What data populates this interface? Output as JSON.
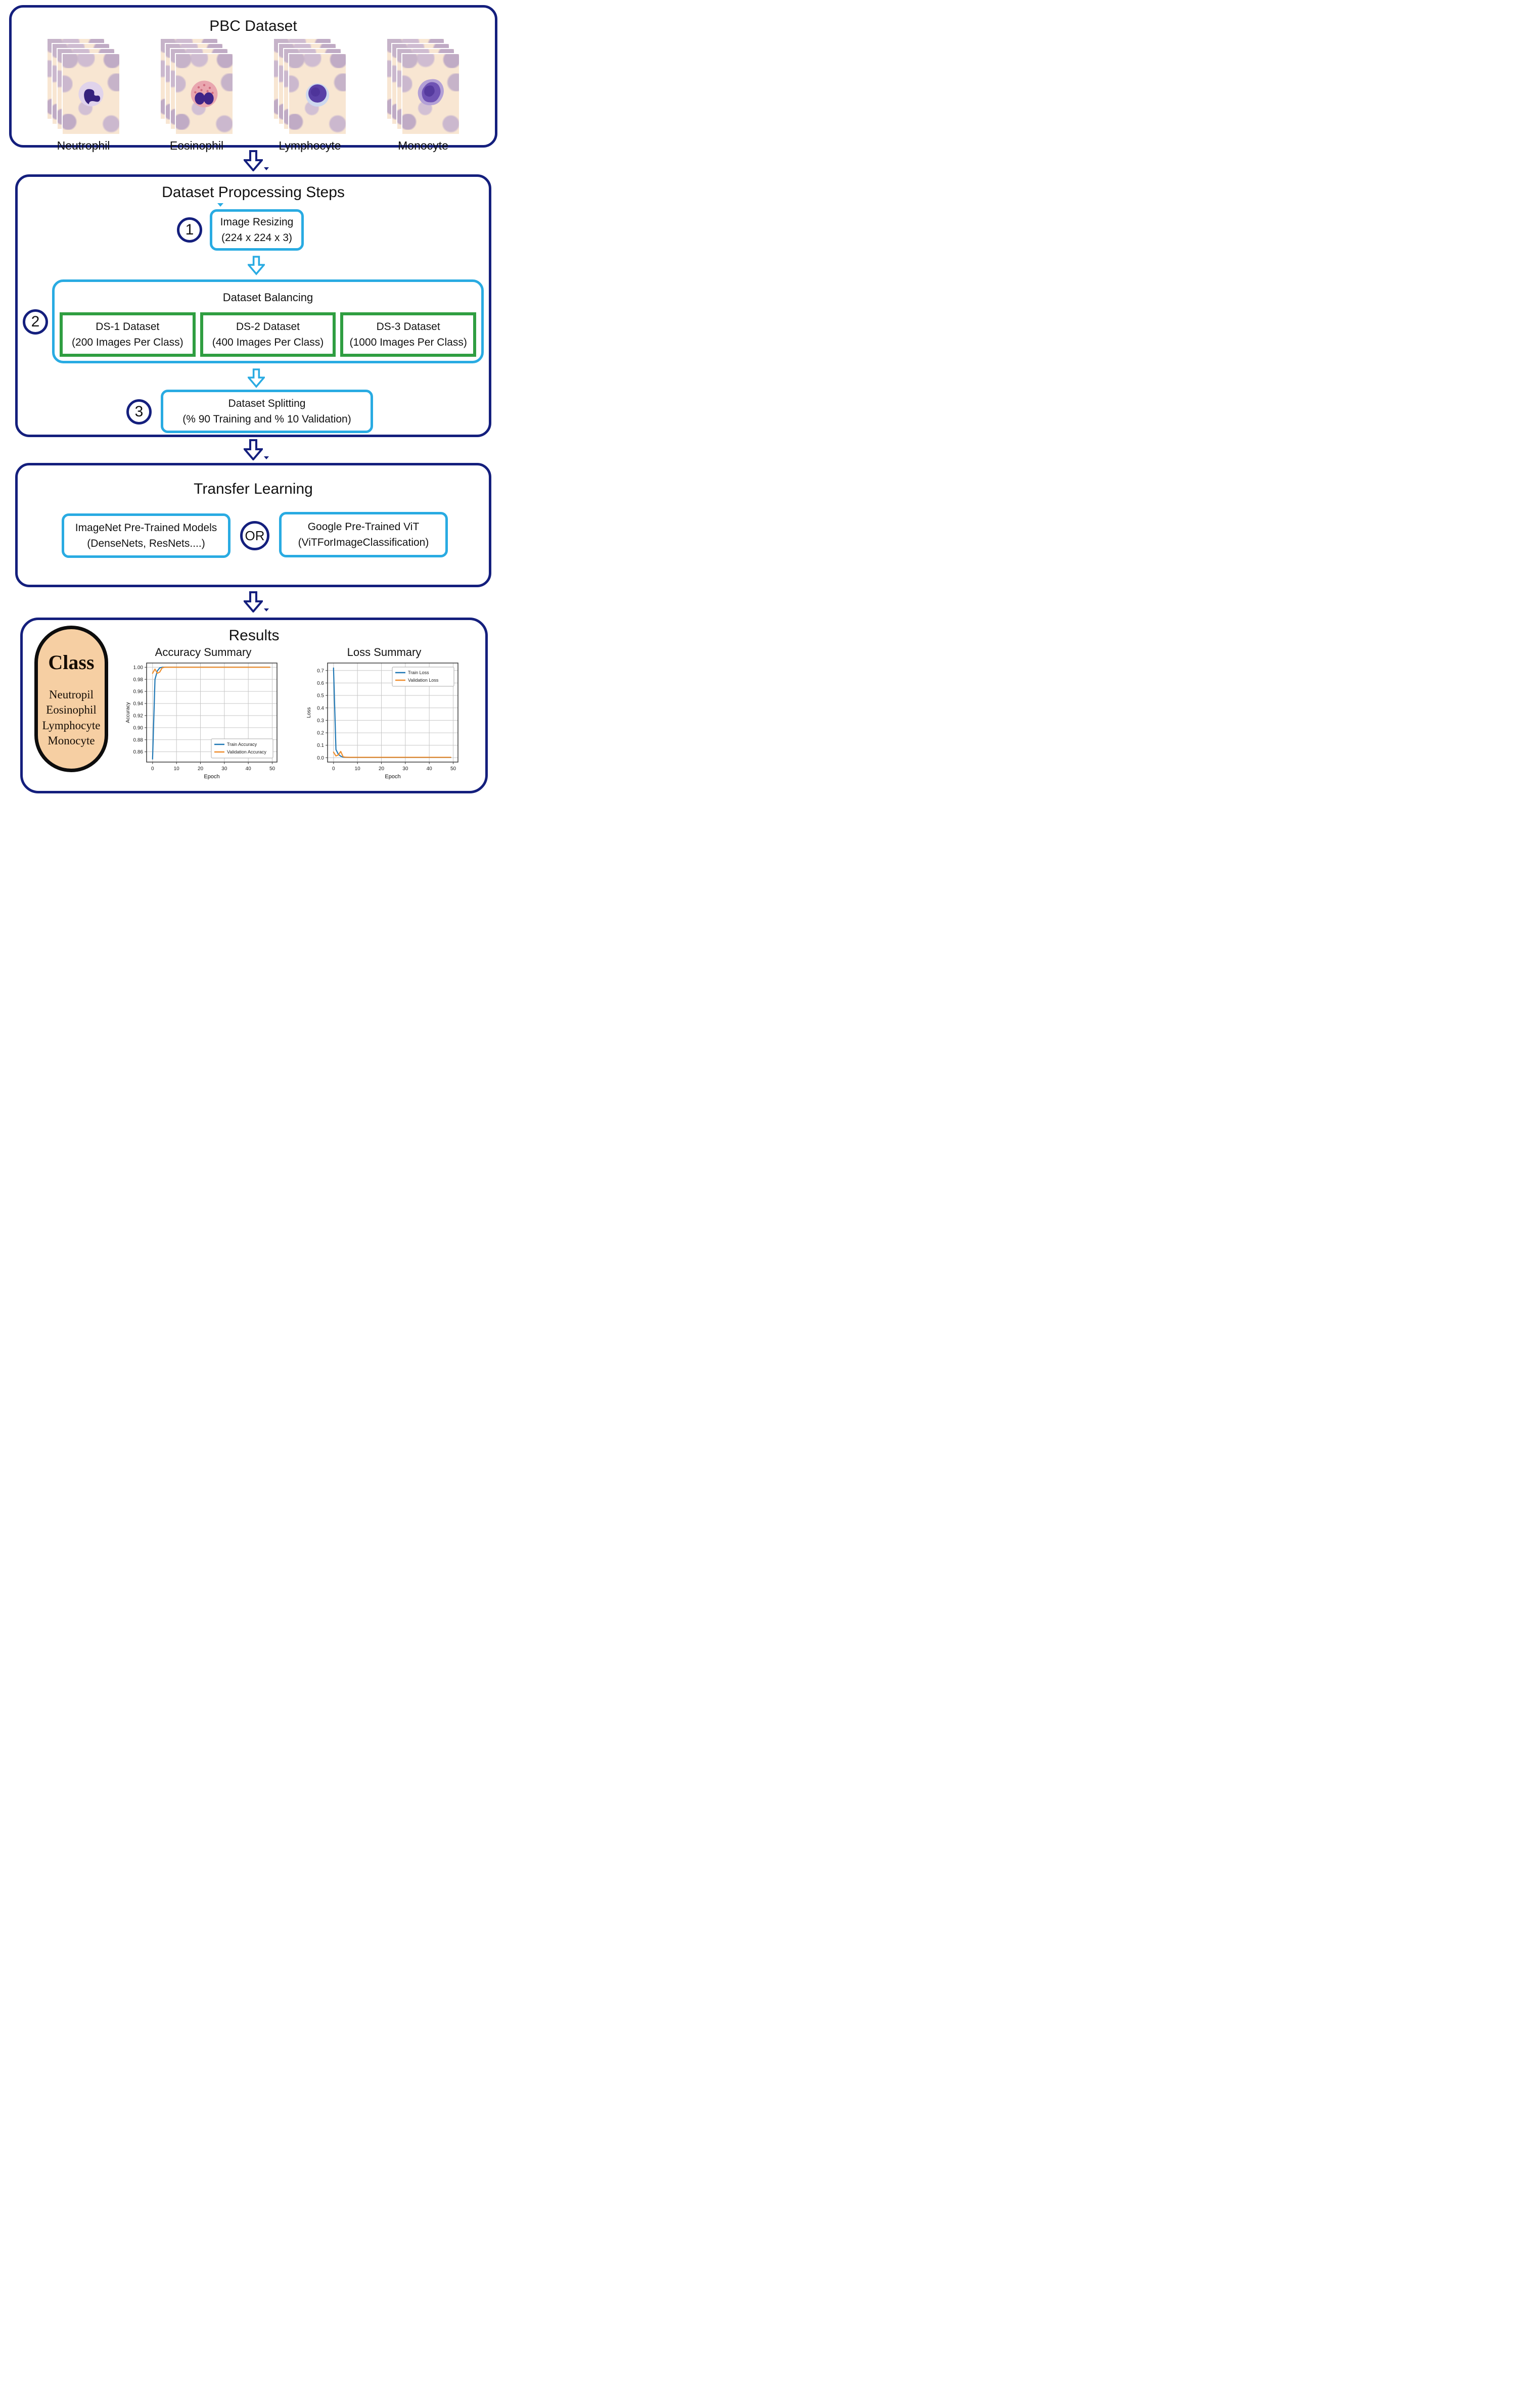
{
  "colors": {
    "navy": "#141f7d",
    "cyan": "#29abe2",
    "green": "#2f9e41",
    "peach": "#f6cfa3"
  },
  "pbc": {
    "title": "PBC Dataset",
    "cells": [
      {
        "label": "Neutrophil"
      },
      {
        "label": "Eosinophil"
      },
      {
        "label": "Lymphocyte"
      },
      {
        "label": "Monocyte"
      }
    ]
  },
  "processing": {
    "title": "Dataset Propcessing Steps",
    "step1": {
      "number": "1",
      "line1": "Image Resizing",
      "line2": "(224 x 224 x 3)"
    },
    "step2": {
      "number": "2",
      "title": "Dataset Balancing",
      "datasets": [
        {
          "line1": "DS-1 Dataset",
          "line2": "(200 Images Per Class)"
        },
        {
          "line1": "DS-2 Dataset",
          "line2": "(400 Images Per Class)"
        },
        {
          "line1": "DS-3 Dataset",
          "line2": "(1000 Images Per Class)"
        }
      ]
    },
    "step3": {
      "number": "3",
      "line1": "Dataset Splitting",
      "line2": "(% 90 Training and % 10 Validation)"
    }
  },
  "transfer": {
    "title": "Transfer Learning",
    "left": {
      "line1": "ImageNet Pre-Trained Models",
      "line2": "(DenseNets, ResNets....)"
    },
    "or_label": "OR",
    "right": {
      "line1": "Google Pre-Trained ViT",
      "line2": "(ViTForImageClassification)"
    }
  },
  "results": {
    "title": "Results",
    "class_box": {
      "title": "Class",
      "items": [
        "Neutropil",
        "Eosinophil",
        "Lymphocyte",
        "Monocyte"
      ]
    }
  },
  "chart_data": [
    {
      "type": "line",
      "title": "Accuracy Summary",
      "xlabel": "Epoch",
      "ylabel": "Accuracy",
      "xlim": [
        -2.5,
        52
      ],
      "ylim": [
        0.843,
        1.007
      ],
      "xtick_vals": [
        0,
        10,
        20,
        30,
        40,
        50
      ],
      "xtick_labels": [
        "0",
        "10",
        "20",
        "30",
        "40",
        "50"
      ],
      "ytick_vals": [
        0.86,
        0.88,
        0.9,
        0.92,
        0.94,
        0.96,
        0.98,
        1.0
      ],
      "ytick_labels": [
        "0.86",
        "0.88",
        "0.90",
        "0.92",
        "0.94",
        "0.96",
        "0.98",
        "1.00"
      ],
      "grid": true,
      "legend_position": "lower-right",
      "series": [
        {
          "name": "Train Accuracy",
          "color": "#1f77b4",
          "x": [
            0,
            1,
            2,
            3,
            4,
            5,
            7,
            10,
            15,
            20,
            25,
            30,
            35,
            40,
            45,
            49
          ],
          "y": [
            0.848,
            0.98,
            0.994,
            0.999,
            1.0,
            1.0,
            1.0,
            1.0,
            1.0,
            1.0,
            1.0,
            1.0,
            1.0,
            1.0,
            1.0,
            1.0
          ]
        },
        {
          "name": "Validation Accuracy",
          "color": "#ef8e2e",
          "x": [
            0,
            1,
            2,
            3,
            4,
            5,
            7,
            10,
            15,
            20,
            25,
            30,
            35,
            40,
            45,
            49
          ],
          "y": [
            0.99,
            0.997,
            0.99,
            0.992,
            0.999,
            1.0,
            1.0,
            1.0,
            1.0,
            1.0,
            1.0,
            1.0,
            1.0,
            1.0,
            1.0,
            1.0
          ]
        }
      ]
    },
    {
      "type": "line",
      "title": "Loss Summary",
      "xlabel": "Epoch",
      "ylabel": "Loss",
      "xlim": [
        -2.5,
        52
      ],
      "ylim": [
        -0.035,
        0.76
      ],
      "xtick_vals": [
        0,
        10,
        20,
        30,
        40,
        50
      ],
      "xtick_labels": [
        "0",
        "10",
        "20",
        "30",
        "40",
        "50"
      ],
      "ytick_vals": [
        0.0,
        0.1,
        0.2,
        0.3,
        0.4,
        0.5,
        0.6,
        0.7
      ],
      "ytick_labels": [
        "0.0",
        "0.1",
        "0.2",
        "0.3",
        "0.4",
        "0.5",
        "0.6",
        "0.7"
      ],
      "grid": true,
      "legend_position": "upper-right",
      "series": [
        {
          "name": "Train Loss",
          "color": "#1f77b4",
          "x": [
            0,
            1,
            2,
            3,
            4,
            5,
            7,
            10,
            15,
            20,
            25,
            30,
            35,
            40,
            45,
            49
          ],
          "y": [
            0.72,
            0.065,
            0.028,
            0.012,
            0.005,
            0.003,
            0.002,
            0.002,
            0.002,
            0.002,
            0.002,
            0.002,
            0.002,
            0.002,
            0.002,
            0.002
          ]
        },
        {
          "name": "Validation Loss",
          "color": "#ef8e2e",
          "x": [
            0,
            1,
            2,
            3,
            4,
            5,
            7,
            10,
            15,
            20,
            25,
            30,
            35,
            40,
            45,
            49
          ],
          "y": [
            0.045,
            0.014,
            0.022,
            0.05,
            0.008,
            0.004,
            0.003,
            0.003,
            0.003,
            0.003,
            0.003,
            0.003,
            0.003,
            0.003,
            0.003,
            0.003
          ]
        }
      ]
    }
  ]
}
